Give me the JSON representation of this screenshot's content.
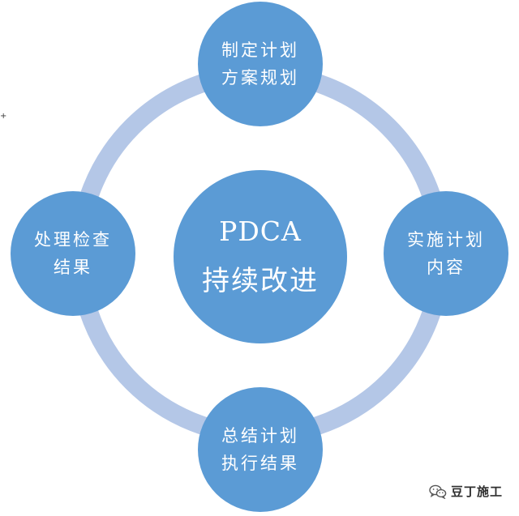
{
  "colors": {
    "node_fill": "#5b9bd5",
    "ring": "#b4c7e7",
    "node_text": "#ffffff"
  },
  "center": {
    "line1": "PDCA",
    "line2": "持续改进"
  },
  "nodes": [
    {
      "id": "top",
      "line1": "制定计划",
      "line2": "方案规划"
    },
    {
      "id": "right",
      "line1": "实施计划",
      "line2": "内容"
    },
    {
      "id": "bottom",
      "line1": "总结计划",
      "line2": "执行结果"
    },
    {
      "id": "left",
      "line1": "处理检查",
      "line2": "结果"
    }
  ],
  "left_mark": "+",
  "watermark": {
    "icon": "wechat-icon",
    "text": "豆丁施工"
  }
}
